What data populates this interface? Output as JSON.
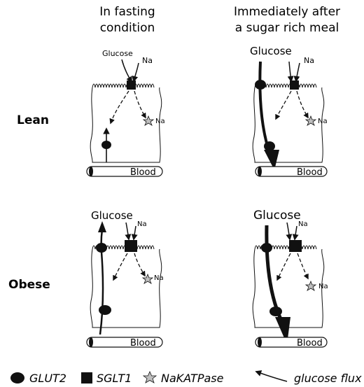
{
  "columns": {
    "fasting": [
      "In fasting",
      "condition"
    ],
    "after_meal": [
      "Immediately after",
      "a sugar rich meal"
    ]
  },
  "rows": {
    "lean": "Lean",
    "obese": "Obese"
  },
  "cells": {
    "lean_fasting": {
      "glucose": "Glucose",
      "na_in": "Na",
      "na_out": "Na",
      "blood": "Blood"
    },
    "lean_meal": {
      "glucose": "Glucose",
      "na_in": "Na",
      "na_out": "Na",
      "blood": "Blood"
    },
    "obese_fasting": {
      "glucose": "Glucose",
      "na_in": "Na",
      "na_out": "Na",
      "blood": "Blood"
    },
    "obese_meal": {
      "glucose": "Glucose",
      "na_in": "Na",
      "na_out": "Na",
      "blood": "Blood"
    }
  },
  "legend": {
    "glut2": "GLUT2",
    "sglt1": "SGLT1",
    "nakatpase": "NaKATPase",
    "glucose_flux": "glucose flux"
  },
  "colors": {
    "ink": "#111111",
    "star_fill": "#bfbfbf"
  }
}
